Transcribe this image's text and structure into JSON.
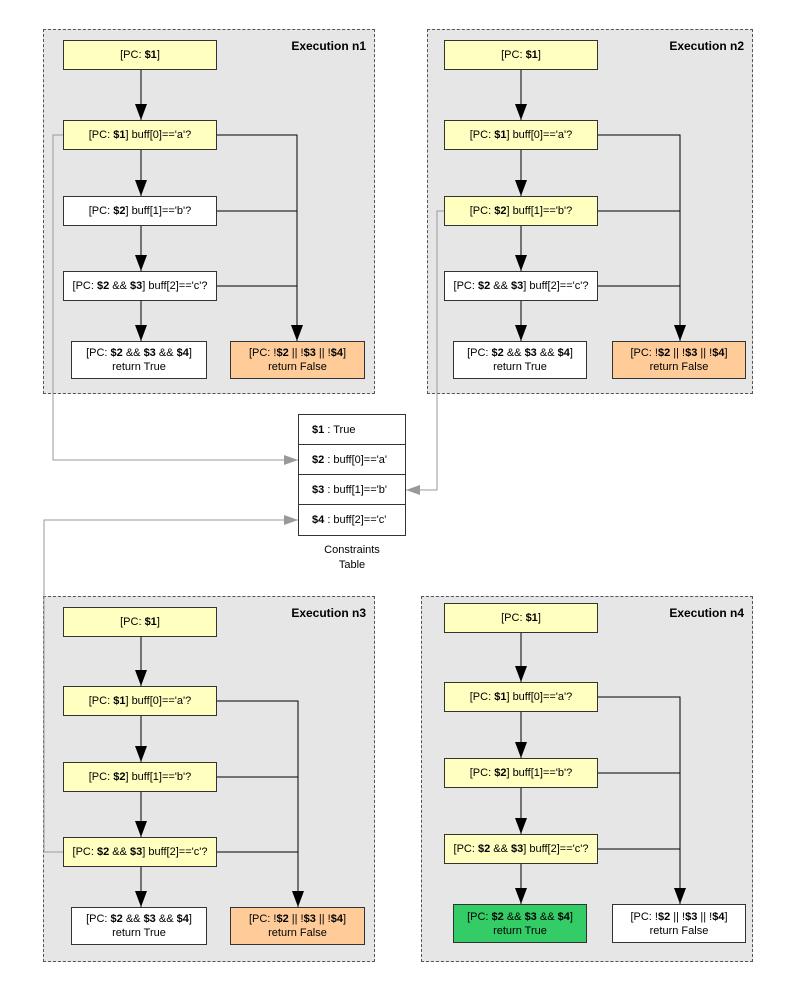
{
  "executions": [
    {
      "title": "Execution n1",
      "nodes": [
        {
          "parts": [
            {
              "t": "[PC: "
            },
            {
              "t": "$1",
              "b": true
            },
            {
              "t": "]"
            }
          ]
        },
        {
          "parts": [
            {
              "t": "[PC: "
            },
            {
              "t": "$1",
              "b": true
            },
            {
              "t": "] buff[0]=='a'?"
            }
          ]
        },
        {
          "parts": [
            {
              "t": "[PC: "
            },
            {
              "t": "$2",
              "b": true
            },
            {
              "t": "] buff[1]=='b'?"
            }
          ]
        },
        {
          "parts": [
            {
              "t": "[PC: "
            },
            {
              "t": "$2",
              "b": true
            },
            {
              "t": " && "
            },
            {
              "t": "$3",
              "b": true
            },
            {
              "t": "] buff[2]=='c'?"
            }
          ]
        },
        {
          "parts": [
            {
              "t": "[PC: "
            },
            {
              "t": "$2",
              "b": true
            },
            {
              "t": " && "
            },
            {
              "t": "$3",
              "b": true
            },
            {
              "t": " && "
            },
            {
              "t": "$4",
              "b": true
            },
            {
              "t": "]"
            }
          ],
          "line2": "return True"
        },
        {
          "parts": [
            {
              "t": "[PC: !"
            },
            {
              "t": "$2",
              "b": true
            },
            {
              "t": " || !"
            },
            {
              "t": "$3",
              "b": true
            },
            {
              "t": " || !"
            },
            {
              "t": "$4",
              "b": true
            },
            {
              "t": "]"
            }
          ],
          "line2": "return False"
        }
      ]
    },
    {
      "title": "Execution n2",
      "nodes": [
        {
          "parts": [
            {
              "t": "[PC: "
            },
            {
              "t": "$1",
              "b": true
            },
            {
              "t": "]"
            }
          ]
        },
        {
          "parts": [
            {
              "t": "[PC: "
            },
            {
              "t": "$1",
              "b": true
            },
            {
              "t": "] buff[0]=='a'?"
            }
          ]
        },
        {
          "parts": [
            {
              "t": "[PC: "
            },
            {
              "t": "$2",
              "b": true
            },
            {
              "t": "] buff[1]=='b'?"
            }
          ]
        },
        {
          "parts": [
            {
              "t": "[PC: "
            },
            {
              "t": "$2",
              "b": true
            },
            {
              "t": " && "
            },
            {
              "t": "$3",
              "b": true
            },
            {
              "t": "] buff[2]=='c'?"
            }
          ]
        },
        {
          "parts": [
            {
              "t": "[PC: "
            },
            {
              "t": "$2",
              "b": true
            },
            {
              "t": " && "
            },
            {
              "t": "$3",
              "b": true
            },
            {
              "t": " && "
            },
            {
              "t": "$4",
              "b": true
            },
            {
              "t": "]"
            }
          ],
          "line2": "return True"
        },
        {
          "parts": [
            {
              "t": "[PC: !"
            },
            {
              "t": "$2",
              "b": true
            },
            {
              "t": " || !"
            },
            {
              "t": "$3",
              "b": true
            },
            {
              "t": " || !"
            },
            {
              "t": "$4",
              "b": true
            },
            {
              "t": "]"
            }
          ],
          "line2": "return False"
        }
      ]
    },
    {
      "title": "Execution n3",
      "nodes": [
        {
          "parts": [
            {
              "t": "[PC: "
            },
            {
              "t": "$1",
              "b": true
            },
            {
              "t": "]"
            }
          ]
        },
        {
          "parts": [
            {
              "t": "[PC: "
            },
            {
              "t": "$1",
              "b": true
            },
            {
              "t": "] buff[0]=='a'?"
            }
          ]
        },
        {
          "parts": [
            {
              "t": "[PC: "
            },
            {
              "t": "$2",
              "b": true
            },
            {
              "t": "] buff[1]=='b'?"
            }
          ]
        },
        {
          "parts": [
            {
              "t": "[PC: "
            },
            {
              "t": "$2",
              "b": true
            },
            {
              "t": " && "
            },
            {
              "t": "$3",
              "b": true
            },
            {
              "t": "] buff[2]=='c'?"
            }
          ]
        },
        {
          "parts": [
            {
              "t": "[PC: "
            },
            {
              "t": "$2",
              "b": true
            },
            {
              "t": " && "
            },
            {
              "t": "$3",
              "b": true
            },
            {
              "t": " && "
            },
            {
              "t": "$4",
              "b": true
            },
            {
              "t": "]"
            }
          ],
          "line2": "return True"
        },
        {
          "parts": [
            {
              "t": "[PC: !"
            },
            {
              "t": "$2",
              "b": true
            },
            {
              "t": " || !"
            },
            {
              "t": "$3",
              "b": true
            },
            {
              "t": " || !"
            },
            {
              "t": "$4",
              "b": true
            },
            {
              "t": "]"
            }
          ],
          "line2": "return False"
        }
      ]
    },
    {
      "title": "Execution n4",
      "nodes": [
        {
          "parts": [
            {
              "t": "[PC: "
            },
            {
              "t": "$1",
              "b": true
            },
            {
              "t": "]"
            }
          ]
        },
        {
          "parts": [
            {
              "t": "[PC: "
            },
            {
              "t": "$1",
              "b": true
            },
            {
              "t": "] buff[0]=='a'?"
            }
          ]
        },
        {
          "parts": [
            {
              "t": "[PC: "
            },
            {
              "t": "$2",
              "b": true
            },
            {
              "t": "] buff[1]=='b'?"
            }
          ]
        },
        {
          "parts": [
            {
              "t": "[PC: "
            },
            {
              "t": "$2",
              "b": true
            },
            {
              "t": " && "
            },
            {
              "t": "$3",
              "b": true
            },
            {
              "t": "] buff[2]=='c'?"
            }
          ]
        },
        {
          "parts": [
            {
              "t": "[PC: "
            },
            {
              "t": "$2",
              "b": true
            },
            {
              "t": " && "
            },
            {
              "t": "$3",
              "b": true
            },
            {
              "t": " && "
            },
            {
              "t": "$4",
              "b": true
            },
            {
              "t": "]"
            }
          ],
          "line2": "return True"
        },
        {
          "parts": [
            {
              "t": "[PC: !"
            },
            {
              "t": "$2",
              "b": true
            },
            {
              "t": " || !"
            },
            {
              "t": "$3",
              "b": true
            },
            {
              "t": " || !"
            },
            {
              "t": "$4",
              "b": true
            },
            {
              "t": "]"
            }
          ],
          "line2": "return False"
        }
      ]
    }
  ],
  "constraints": {
    "rows": [
      {
        "sym": "$1",
        "text": ": True"
      },
      {
        "sym": "$2",
        "text": ": buff[0]=='a'"
      },
      {
        "sym": "$3",
        "text": ": buff[1]=='b'"
      },
      {
        "sym": "$4",
        "text": ": buff[2]=='c'"
      }
    ],
    "caption_line1": "Constraints",
    "caption_line2": "Table"
  },
  "colors": {
    "panel_bg": "#e6e6e6",
    "pending_node": "#ffffc0",
    "plain_node": "#ffffff",
    "false_result": "#ffcc99",
    "true_result": "#33cc66",
    "link_gray": "#999999"
  }
}
